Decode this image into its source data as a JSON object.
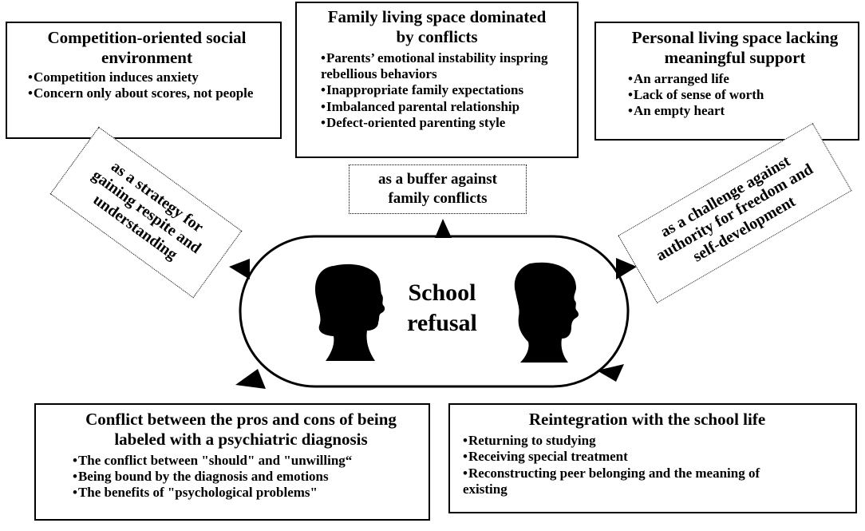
{
  "boxes": {
    "competition": {
      "title": "Competition-oriented social environment",
      "items": [
        "Competition induces anxiety",
        "Concern  only about scores, not people"
      ]
    },
    "family": {
      "title": "Family living space dominated by conflicts",
      "items": [
        "Parents’ emotional instability inspring rebellious behaviors",
        "Inappropriate family expectations",
        "Imbalanced parental relationship",
        "Defect-oriented parenting style"
      ]
    },
    "personal": {
      "title": "Personal living space lacking meaningful support",
      "items": [
        "An arranged life",
        "Lack of sense of worth",
        "An empty heart"
      ]
    },
    "conflict": {
      "title": "Conflict between the pros and cons of being labeled with a psychiatric diagnosis",
      "items": [
        "The conflict between \"should\" and \"unwilling“",
        "Being bound by the diagnosis and emotions",
        "The benefits of \"psychological problems\""
      ]
    },
    "reintegration": {
      "title": "Reintegration with the school life",
      "items": [
        "Returning to studying",
        "Receiving special treatment",
        "Reconstructing peer belonging and the meaning of existing"
      ]
    }
  },
  "links": {
    "strategy": "as a strategy for gaining respite and understanding",
    "buffer": "as a buffer against family conflicts",
    "challenge": "as a challenge against authority for freedom and self-development"
  },
  "center": {
    "label": "School refusal"
  }
}
